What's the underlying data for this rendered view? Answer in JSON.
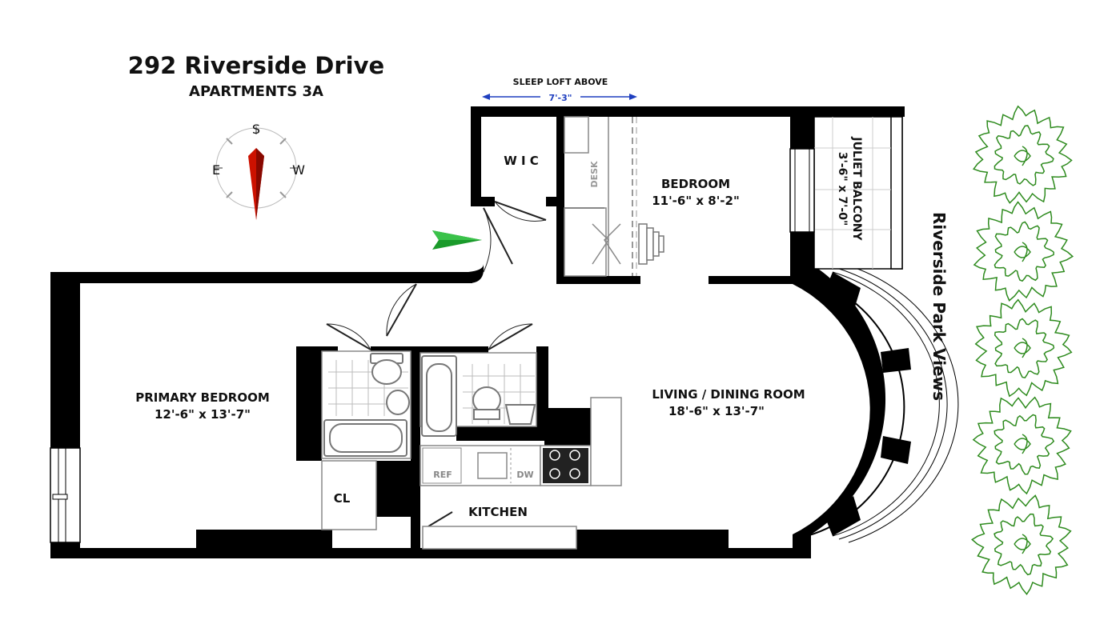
{
  "header": {
    "title": "292 Riverside Drive",
    "subtitle": "APARTMENTS 3A"
  },
  "compass": {
    "north_letter": "S",
    "east_letter": "E",
    "west_letter": "W",
    "needle_color": "#cc1100"
  },
  "sleep_loft": {
    "label": "SLEEP LOFT ABOVE",
    "dimension": "7'-3\"",
    "color": "#1f3fbf"
  },
  "rooms": {
    "wic": {
      "name": "W I C"
    },
    "bedroom": {
      "name": "BEDROOM",
      "dimensions": "11'-6\" x  8'-2\""
    },
    "desk": {
      "name": "DESK"
    },
    "juliet_balcony": {
      "name": "JULIET BALCONY",
      "dimensions": "3'-6\" x 7'-0\""
    },
    "primary_bedroom": {
      "name": "PRIMARY BEDROOM",
      "dimensions": "12'-6\" x 13'-7\""
    },
    "living_dining": {
      "name": "LIVING / DINING ROOM",
      "dimensions": "18'-6\" x 13'-7\""
    },
    "closet": {
      "name": "CL"
    },
    "kitchen": {
      "name": "KITCHEN"
    }
  },
  "appliances": {
    "refrigerator": "REF",
    "dishwasher": "DW"
  },
  "view_label": "Riverside Park Views",
  "entry_arrow_color": "#1a9a2a",
  "tree_color": "#2e8b1e"
}
